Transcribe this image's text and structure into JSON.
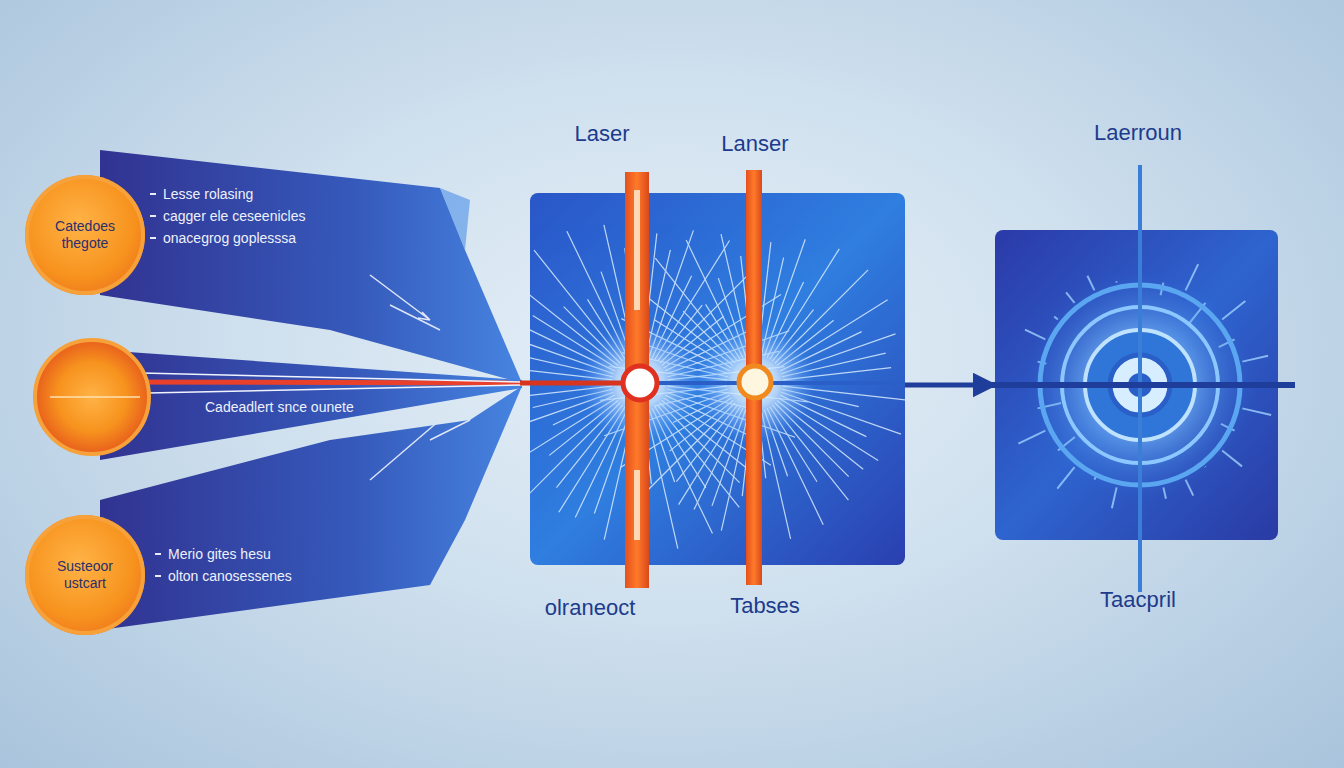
{
  "diagram": {
    "nodes": [
      {
        "text": [
          "Catedoes thegote"
        ]
      },
      {
        "text": [
          "Lesse rolasing",
          "cagger ele ceseenicles",
          "onacegrog goplesssa"
        ]
      },
      {
        "text": [
          "Cadeadlert snce ounete"
        ]
      },
      {
        "text": [
          "Susteoor ustcart"
        ]
      },
      {
        "text": [
          "Merio gites hesu",
          "olton canosessenes"
        ]
      },
      {
        "text": [
          "Laser",
          "Lanser",
          "olraneoct",
          "Tabses"
        ]
      },
      {
        "text": [
          "Laerroun",
          "Taacpril"
        ]
      }
    ],
    "edges": [
      {
        "from": 5,
        "to": 6,
        "arrow": "to"
      }
    ]
  }
}
